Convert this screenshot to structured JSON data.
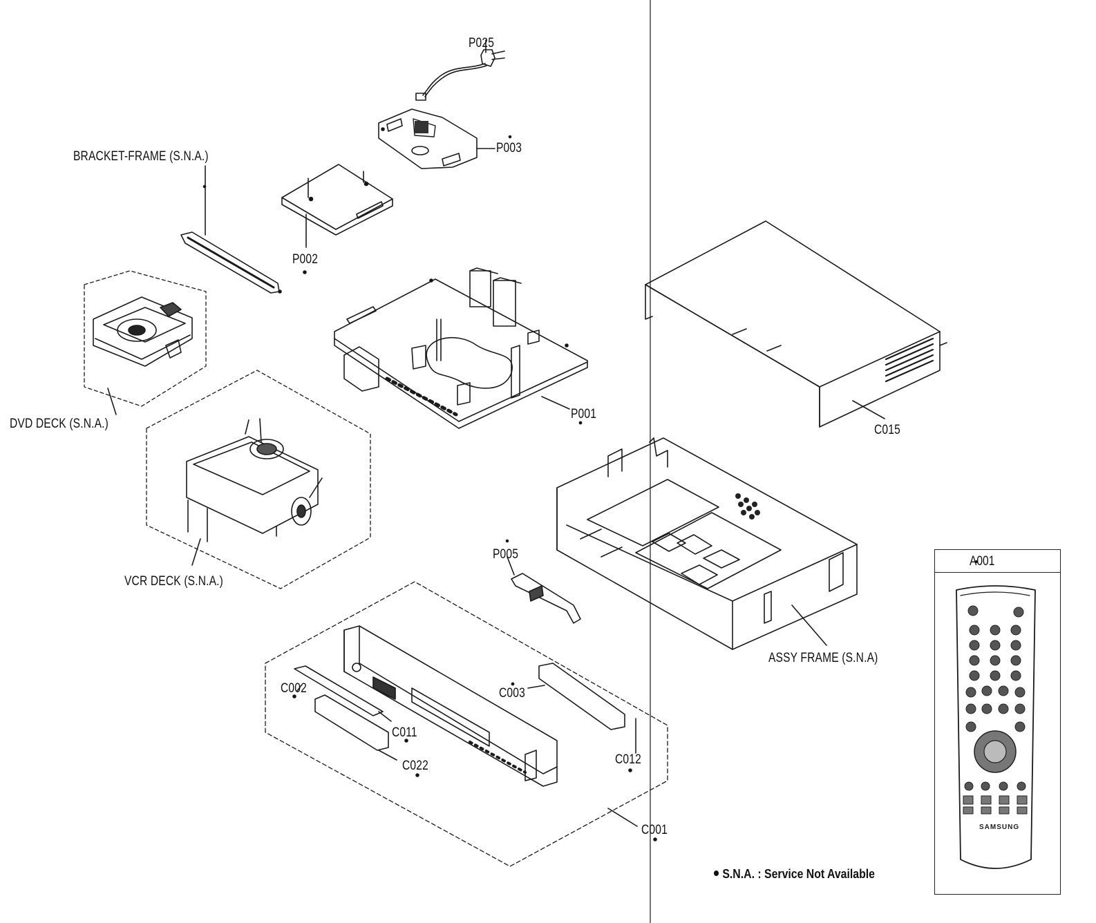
{
  "labels": {
    "p025": "P025",
    "p003": "P003",
    "bracket_frame": "BRACKET-FRAME (S.N.A.)",
    "p002": "P002",
    "p001": "P001",
    "c015": "C015",
    "dvd_deck": "DVD DECK (S.N.A.)",
    "vcr_deck": "VCR DECK (S.N.A.)",
    "p005": "P005",
    "assy_frame": "ASSY FRAME (S.N.A)",
    "a001": "A001",
    "c002": "C002",
    "c003": "C003",
    "c011": "C011",
    "c012": "C012",
    "c022": "C022",
    "c001": "C001"
  },
  "note": {
    "text": "S.N.A. : Service Not Available"
  },
  "remote": {
    "brand": "SAMSUNG"
  }
}
